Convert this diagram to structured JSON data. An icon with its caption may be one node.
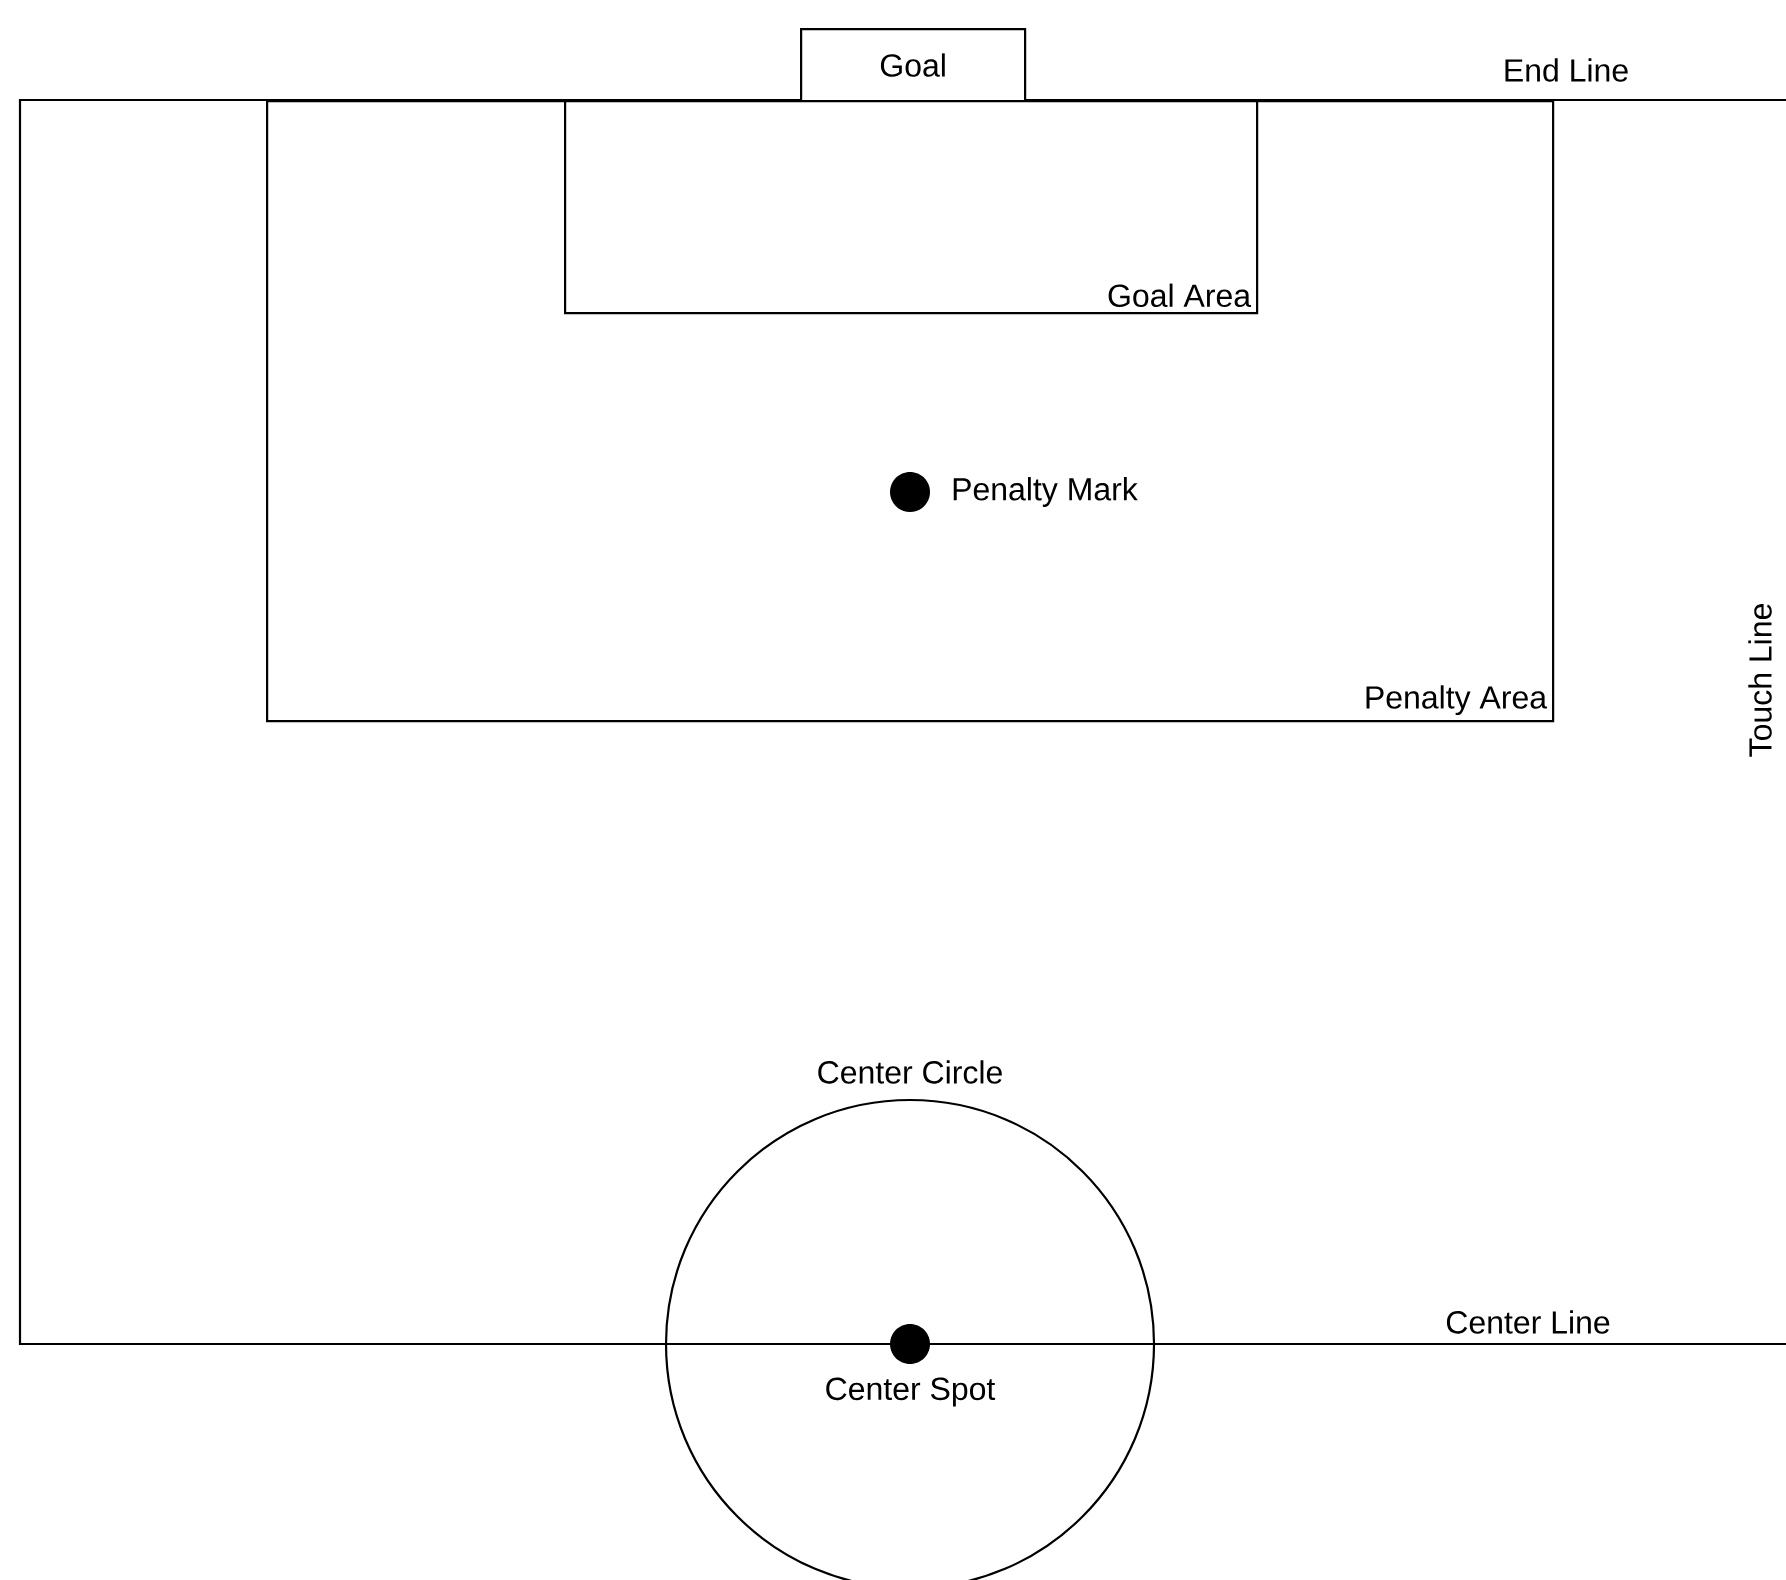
{
  "diagram": {
    "nodes": [
      {
        "text": [
          "Goal"
        ]
      },
      {
        "text": [
          "Penalty Area"
        ]
      },
      {
        "text": [
          "Goal Area"
        ],
        "in": 1
      },
      {
        "text": [],
        "shape": "circle",
        "beside": [
          "Penalty Mark"
        ],
        "in": 1
      },
      {
        "text": [],
        "shape": "circle",
        "beside": [
          "Center Circle"
        ]
      },
      {
        "text": [],
        "shape": "circle",
        "beside": [
          "Center Spot"
        ],
        "in": 4
      }
    ],
    "labels": [
      "End Line",
      "Touch Line",
      "Center Line"
    ]
  }
}
